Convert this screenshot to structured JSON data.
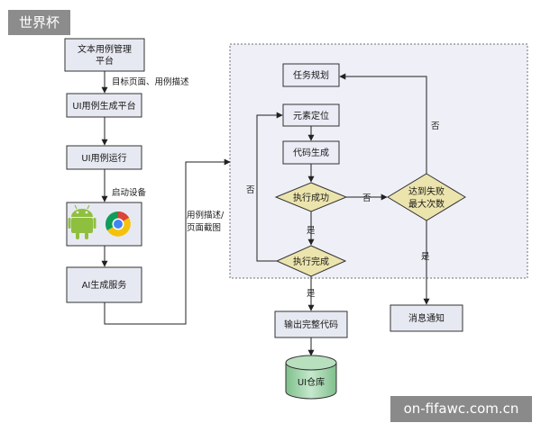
{
  "watermarks": {
    "top_left": "世界杯",
    "bottom_right": "on-fifawc.com.cn"
  },
  "nodes": {
    "text_case_platform_line1": "文本用例管理",
    "text_case_platform_line2": "平台",
    "ui_case_gen": "UI用例生成平台",
    "ui_case_run": "UI用例运行",
    "ai_service": "AI生成服务",
    "task_plan": "任务规划",
    "element_locate": "元素定位",
    "code_gen": "代码生成",
    "exec_success": "执行成功",
    "exec_done": "执行完成",
    "max_retry_line1": "达到失败",
    "max_retry_line2": "最大次数",
    "output_code": "输出完整代码",
    "notify": "消息通知",
    "ui_repo": "UI仓库"
  },
  "edges": {
    "target_page": "目标页面、用例描述",
    "start_device": "启动设备",
    "case_desc_line1": "用例描述/",
    "case_desc_line2": "页面截图",
    "no_success": "否",
    "no_done": "否",
    "no_retry": "否",
    "yes_success": "是",
    "yes_done": "是",
    "yes_retry": "是"
  },
  "icons": [
    "android-icon",
    "chrome-icon"
  ]
}
